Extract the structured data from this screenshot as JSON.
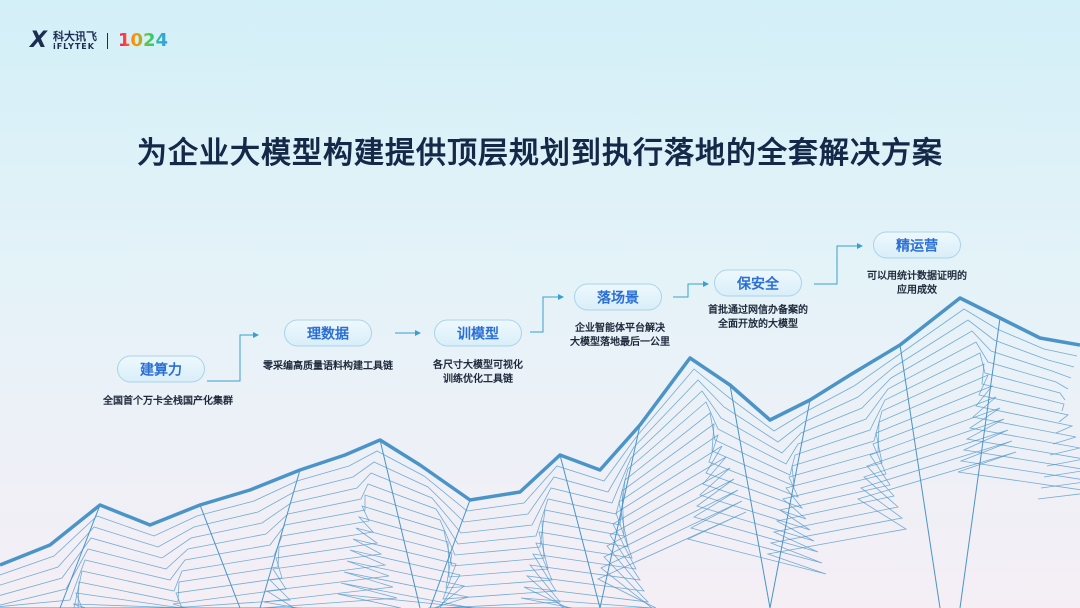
{
  "logo": {
    "mark": "X",
    "cn": "科大讯飞",
    "en": "iFLYTEK",
    "event": "1024"
  },
  "title": "为企业大模型构建提供顶层规划到执行落地的全套解决方案",
  "steps": [
    {
      "label": "建算力",
      "desc": [
        "全国首个万卡全栈国产化集群"
      ]
    },
    {
      "label": "理数据",
      "desc": [
        "零采编高质量语料构建工具链"
      ]
    },
    {
      "label": "训模型",
      "desc": [
        "各尺寸大模型可视化",
        "训练优化工具链"
      ]
    },
    {
      "label": "落场景",
      "desc": [
        "企业智能体平台解决",
        "大模型落地最后一公里"
      ]
    },
    {
      "label": "保安全",
      "desc": [
        "首批通过网信办备案的",
        "全面开放的大模型"
      ]
    },
    {
      "label": "精运营",
      "desc": [
        "可以用统计数据证明的",
        "应用成效"
      ]
    }
  ],
  "colors": {
    "accent": "#2b6fd6",
    "mountain": "#4a94c8",
    "connector": "#3a9fd0"
  }
}
